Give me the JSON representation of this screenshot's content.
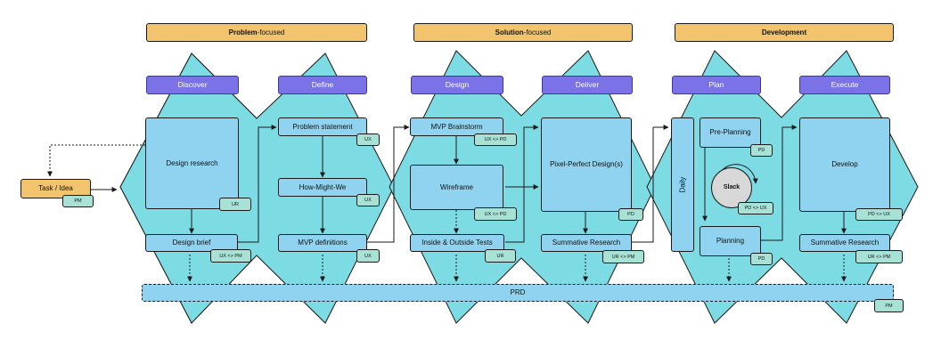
{
  "sections": {
    "problem": {
      "bold": "Problem",
      "light": "-focused"
    },
    "solution": {
      "bold": "Solution",
      "light": "-focused"
    },
    "development": {
      "bold": "Development"
    }
  },
  "phases": {
    "discover": "Discover",
    "define": "Define",
    "design": "Design",
    "deliver": "Deliver",
    "plan": "Plan",
    "execute": "Execute"
  },
  "nodes": {
    "task_idea": "Task / Idea",
    "design_research": "Design research",
    "design_brief": "Design brief",
    "problem_statement": "Problem statement",
    "how_might_we": "How-Might-We",
    "mvp_definitions": "MVP definitions",
    "mvp_brainstorm": "MVP Brainstorm",
    "wireframe": "Wireframe",
    "inside_outside_tests": "Inside & Outside Tests",
    "pixel_perfect": "Pixel-Perfect Design(s)",
    "summative_research_1": "Summative Research",
    "daily": "Daily",
    "pre_planning": "Pre-Planning",
    "slack": "Slack",
    "planning": "Planning",
    "develop": "Develop",
    "summative_research_2": "Summative Research",
    "prd": "PRD"
  },
  "tags": {
    "task_pm": "PM",
    "research_ur": "UR",
    "brief_ux_pm": "UX <> PM",
    "problem_ux": "UX",
    "hmw_ux": "UX",
    "mvp_def_ux": "UX",
    "brainstorm_ux_pd": "UX <> PD",
    "wireframe_ux_pd": "UX <> PD",
    "tests_ur": "UR",
    "pixel_pd": "PD",
    "summative1_ur_pm": "UR <> PM",
    "preplanning_pd": "PD",
    "slack_pd_ux": "PD <> UX",
    "planning_pd": "PD",
    "develop_pd_ux": "PD <> UX",
    "summative2_ur_pm": "UR <> PM",
    "prd_pm": "PM"
  },
  "colors": {
    "diamond": "#7ddbe3",
    "section": "#f2c46e",
    "phase": "#7a72e6",
    "node": "#8fd3f0",
    "tag": "#a8e2d6"
  }
}
